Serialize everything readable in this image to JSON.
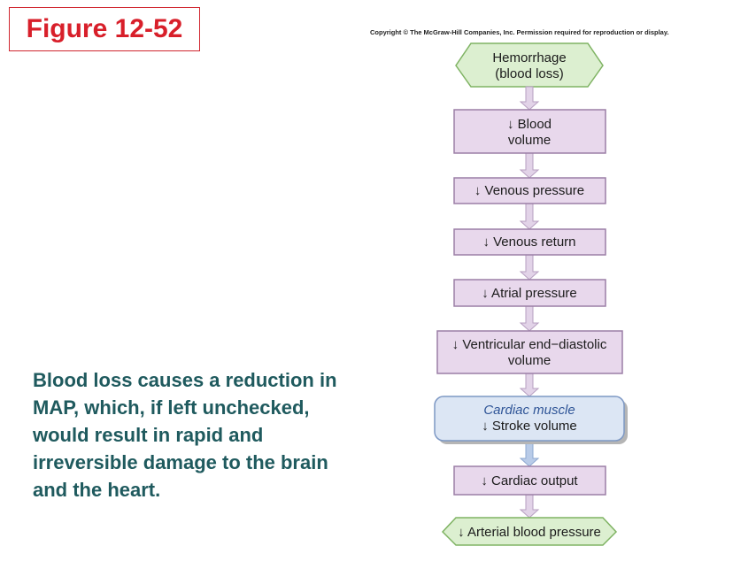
{
  "figure_label": "Figure 12-52",
  "copyright": "Copyright © The McGraw-Hill Companies, Inc. Permission required for reproduction or display.",
  "caption": "Blood loss causes a reduction in MAP, which, if left unchecked, would result in rapid and irreversible damage to the brain and the heart.",
  "flowchart": {
    "start": {
      "line1": "Hemorrhage",
      "line2": "(blood loss)"
    },
    "steps": [
      {
        "line1": "↓ Blood",
        "line2": "volume"
      },
      {
        "line1": "↓ Venous pressure"
      },
      {
        "line1": "↓ Venous return"
      },
      {
        "line1": "↓ Atrial pressure"
      },
      {
        "line1": "↓ Ventricular end−diastolic",
        "line2": "volume"
      },
      {
        "category": "Cardiac muscle",
        "line1": "↓ Stroke volume"
      },
      {
        "line1": "↓ Cardiac output"
      }
    ],
    "end": {
      "line1": "↓ Arterial blood pressure"
    }
  },
  "colors": {
    "box_fill": "#e8d8ec",
    "box_stroke": "#9b7fa6",
    "start_fill": "#dcefd0",
    "start_stroke": "#7fb363",
    "cardiac_fill": "#dce6f4",
    "cardiac_stroke": "#7d98c4",
    "arrow": "#c9b4d3",
    "arrow_blue": "#b8cbe8"
  }
}
